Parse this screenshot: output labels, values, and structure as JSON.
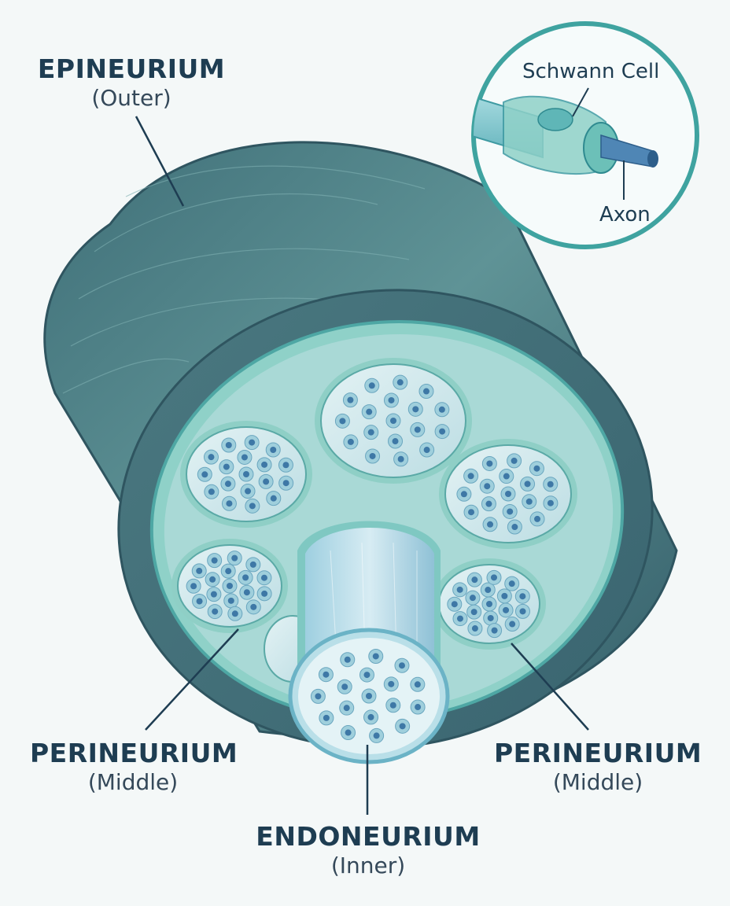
{
  "labels": {
    "epineurium": {
      "title": "EPINEURIUM",
      "sub": "(Outer)"
    },
    "perineurium_left": {
      "title": "PERINEURIUM",
      "sub": "(Middle)"
    },
    "perineurium_right": {
      "title": "PERINEURIUM",
      "sub": "(Middle)"
    },
    "endoneurium": {
      "title": "ENDONEURIUM",
      "sub": "(Inner)"
    }
  },
  "inset": {
    "schwann_cell": "Schwann Cell",
    "axon": "Axon"
  },
  "colors": {
    "epineurium": "#4d7f86",
    "perineurium": "#8fd1c8",
    "fascicle": "#cfe8ec",
    "axon": "#3e78a6",
    "label": "#1e3d52",
    "inset_ring": "#3fa3a0"
  }
}
